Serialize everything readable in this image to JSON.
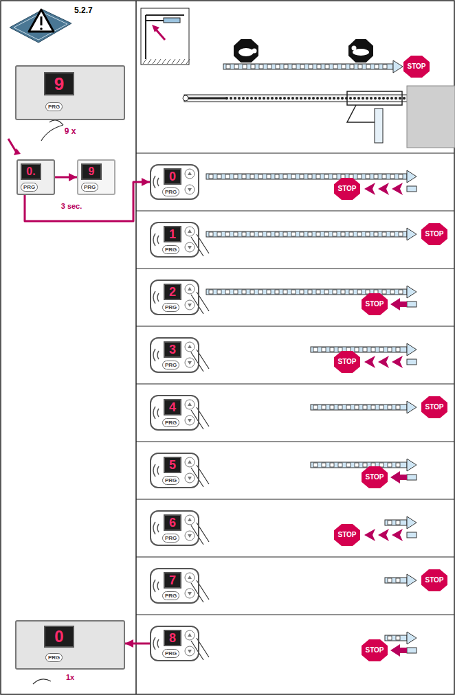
{
  "diagram": {
    "nodes": [
      {
        "text": [
          "9",
          "PRG"
        ]
      },
      {
        "text": [
          "0.",
          "PRG"
        ]
      },
      {
        "text": [
          "9",
          "PRG"
        ]
      },
      {
        "text": [
          "0",
          "PRG"
        ]
      },
      {
        "text": [
          "1",
          "PRG"
        ]
      },
      {
        "text": [
          "2",
          "PRG"
        ]
      },
      {
        "text": [
          "3",
          "PRG"
        ]
      },
      {
        "text": [
          "4",
          "PRG"
        ]
      },
      {
        "text": [
          "5",
          "PRG"
        ]
      },
      {
        "text": [
          "6",
          "PRG"
        ]
      },
      {
        "text": [
          "7",
          "PRG"
        ]
      },
      {
        "text": [
          "8",
          "PRG"
        ]
      },
      {
        "text": [
          "0",
          "PRG"
        ]
      }
    ],
    "edges": [
      {
        "from": 1,
        "to": 2,
        "arrow": "to"
      },
      {
        "from": 1,
        "to": 3,
        "arrow": "to"
      },
      {
        "from": 11,
        "to": 12,
        "arrow": "to"
      }
    ],
    "labels": [
      "5.2.7",
      "9 x",
      "3 sec.",
      "STOP",
      "STOP",
      "STOP",
      "STOP",
      "STOP",
      "STOP",
      "STOP",
      "STOP",
      "STOP",
      "STOP",
      "1x"
    ]
  }
}
